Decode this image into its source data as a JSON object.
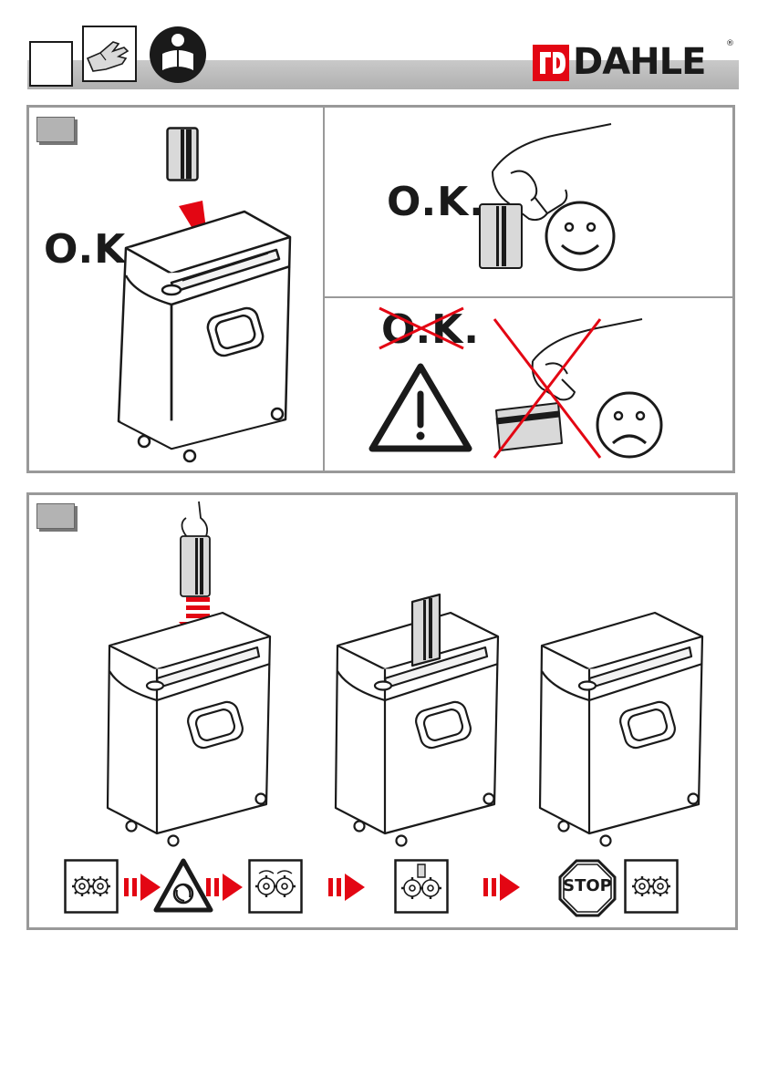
{
  "brand": {
    "name": "DAHLE",
    "registered": "®"
  },
  "section_top": {
    "left_label": "O.K.",
    "right_top_label": "O.K.",
    "right_bottom_label": "O.K."
  },
  "sequence": {
    "stop_label": "STOP"
  },
  "colors": {
    "accent_red": "#e30613",
    "frame_gray": "#999999",
    "panel_gray": "#b3b3b3",
    "ink": "#1a1a1a"
  }
}
